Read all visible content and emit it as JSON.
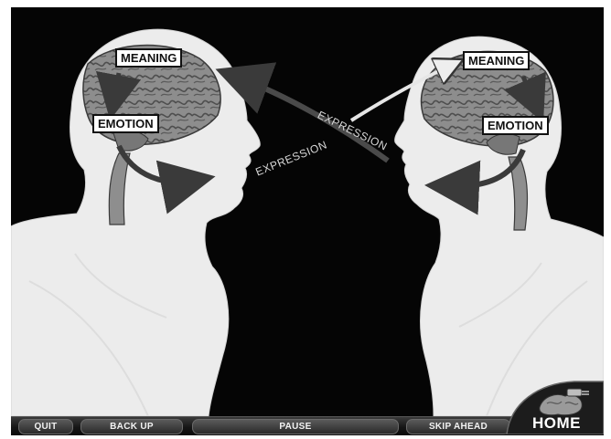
{
  "scene": {
    "left": {
      "top_label": "MEANING",
      "bottom_label": "EMOTION",
      "arrow_label": "EXPRESSION"
    },
    "right": {
      "top_label": "MEANING",
      "bottom_label": "EMOTION",
      "arrow_label": "EXPRESSION"
    }
  },
  "nav": {
    "quit": "QUIT",
    "back_up": "BACK UP",
    "pause": "PAUSE",
    "skip_ahead": "SKIP AHEAD",
    "home": "HOME"
  },
  "colors": {
    "background": "#050505",
    "figure": "#ececec",
    "brain": "#8a8a8a",
    "arrow": "#444444"
  }
}
